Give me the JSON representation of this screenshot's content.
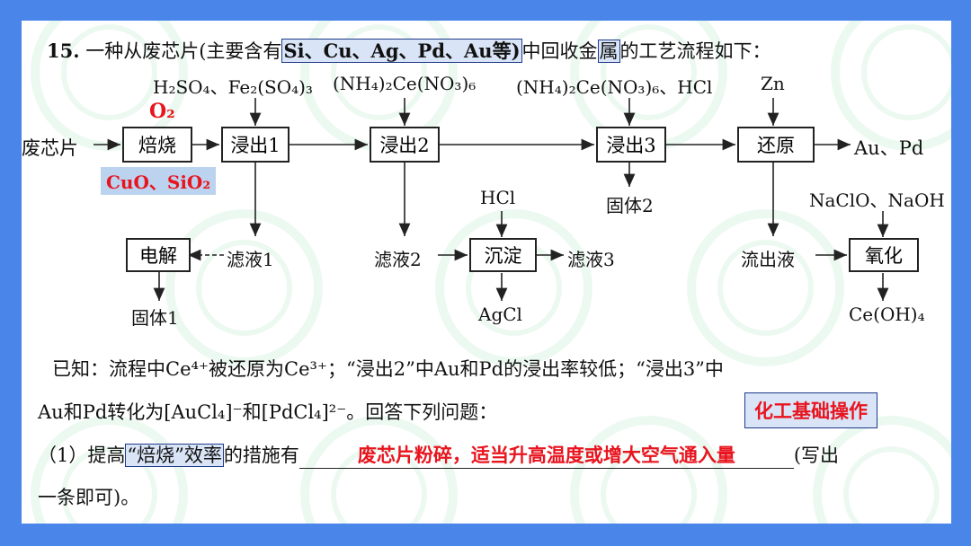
{
  "title": {
    "number": "15.",
    "pre": "一种从废芯片(主要含有",
    "elements": "Si、Cu、Ag、Pd、Au等)",
    "mid": "中回收金",
    "highlight": "属",
    "post": "的工艺流程如下："
  },
  "flow": {
    "input_label": "废芯片",
    "boxes": {
      "roast": "焙烧",
      "leach1": "浸出1",
      "leach2": "浸出2",
      "leach3": "浸出3",
      "reduce": "还原",
      "electro": "电解",
      "precip": "沉淀",
      "oxidize": "氧化"
    },
    "reagents": {
      "leach1": "H₂SO₄、Fe₂(SO₄)₃",
      "leach2": "(NH₄)₂Ce(NO₃)₆",
      "leach3": "(NH₄)₂Ce(NO₃)₆、HCl",
      "reduce": "Zn",
      "precip": "HCl",
      "oxidize": "NaClO、NaOH"
    },
    "products": {
      "au_pd": "Au、Pd",
      "filtrate1": "滤液1",
      "filtrate2": "滤液2",
      "filtrate3": "滤液3",
      "solid1": "固体1",
      "solid2": "固体2",
      "agcl": "AgCl",
      "effluent": "流出液",
      "ceoh4": "Ce(OH)₄"
    },
    "annotations": {
      "o2": "O₂",
      "cuo_sio2": "CuO、SiO₂"
    }
  },
  "known": {
    "line1": "已知：流程中Ce⁴⁺被还原为Ce³⁺；“浸出2”中Au和Pd的浸出率较低；“浸出3”中",
    "line2": "Au和Pd转化为[AuCl₄]⁻和[PdCl₄]²⁻。回答下列问题："
  },
  "tag": "化工基础操作",
  "question": {
    "pre": "（1）提高",
    "highlight": "“焙烧”效率",
    "mid": "的措施有",
    "answer": "废芯片粉碎，适当升高温度或增大空气通入量",
    "post": "(写出",
    "line2": "一条即可)。"
  }
}
